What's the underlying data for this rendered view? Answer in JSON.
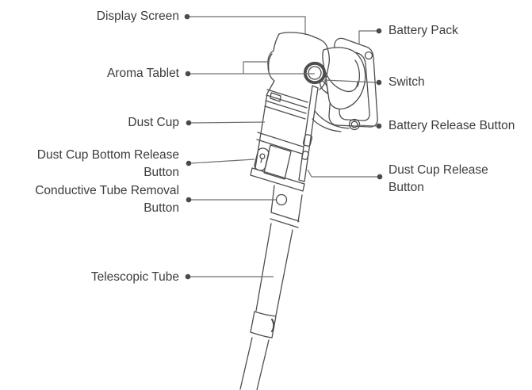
{
  "page": {
    "background": "#ffffff",
    "description_labels_count": 10
  },
  "colors": {
    "label_text": "#3c3c3c",
    "leader_line": "#6f6f6f",
    "leader_dot": "#4a4a4a",
    "illustration_stroke": "#4d4d4d"
  },
  "labels": {
    "display_screen": {
      "text": "Display Screen"
    },
    "aroma_tablet": {
      "text": "Aroma Tablet"
    },
    "dust_cup": {
      "text": "Dust Cup"
    },
    "dust_cup_bottom_release_button": {
      "lines": [
        "Dust Cup Bottom Release",
        "Button"
      ]
    },
    "conductive_tube_removal_button": {
      "lines": [
        "Conductive Tube Removal",
        "Button"
      ]
    },
    "telescopic_tube": {
      "text": "Telescopic Tube"
    },
    "battery_pack": {
      "text": "Battery Pack"
    },
    "switch": {
      "text": "Switch"
    },
    "battery_release_button": {
      "text": "Battery Release Button"
    },
    "dust_cup_release_button": {
      "lines": [
        "Dust Cup Release",
        "Button"
      ]
    }
  }
}
